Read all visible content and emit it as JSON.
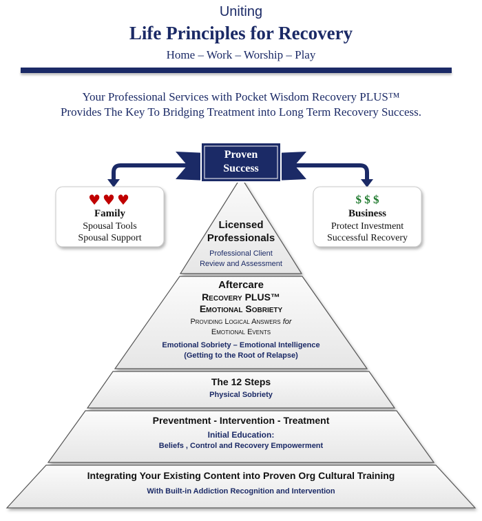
{
  "header": {
    "pretitle": "Uniting",
    "title": "Life Principles for Recovery",
    "subtitle": "Home – Work  – Worship – Play"
  },
  "tagline": {
    "line1": "Your Professional Services with Pocket Wisdom Recovery PLUS™",
    "line2": "Provides The Key To Bridging Treatment into Long Term Recovery Success."
  },
  "banner": {
    "line1": "Proven",
    "line2": "Success"
  },
  "family_box": {
    "icons": "♥♥♥",
    "title": "Family",
    "line1": "Spousal Tools",
    "line2": "Spousal Support"
  },
  "business_box": {
    "icons": "$ $ $",
    "title": "Business",
    "line1": "Protect Investment",
    "line2": "Successful Recovery"
  },
  "pyramid": {
    "tier1": {
      "title1": "Licensed",
      "title2": "Professionals",
      "sub1": "Professional  Client",
      "sub2": "Review and Assessment"
    },
    "tier2": {
      "title": "Aftercare",
      "sc1": "Recovery PLUS™",
      "sc2": "Emotional Sobriety",
      "desc1a": "Providing Logical Answers ",
      "desc1b": "for",
      "desc2": "Emotional Events",
      "sub1": "Emotional Sobriety – Emotional Intelligence",
      "sub2": "(Getting to the Root of Relapse)"
    },
    "tier3": {
      "title": "The 12 Steps",
      "sub": "Physical Sobriety"
    },
    "tier4": {
      "title": "Preventment - Intervention - Treatment",
      "sub1": "Initial Education:",
      "sub2": "Beliefs , Control and Recovery Empowerment"
    },
    "tier5": {
      "title": "Integrating  Your Existing Content into Proven Org Cultural Training",
      "sub": "With Built-in Addiction Recognition and Intervention"
    }
  },
  "colors": {
    "navy": "#1b2a66",
    "heart_red": "#c00000",
    "dollar_green": "#1f7a2e",
    "tier_fill": "#f2f2f2"
  }
}
